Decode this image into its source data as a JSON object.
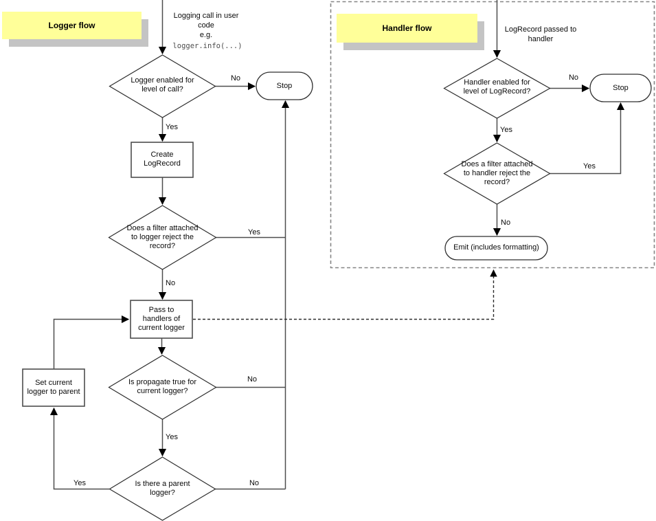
{
  "diagram": {
    "colors": {
      "note_bg": "#ffff99",
      "note_shadow": "#c4c4c4",
      "line": "#4d4d4d",
      "dashed_border": "#848484",
      "shape_fill": "#ffffff",
      "shape_border": "#2e2e2e",
      "text": "#0a0a0a",
      "code_text": "#4d4d4d"
    },
    "logger": {
      "title": "Logger flow",
      "entry": "Logging call in user\ncode\ne.g.",
      "entry_code": "logger.info(...)",
      "decision_level": "Logger enabled for\nlevel of call?",
      "stop": "Stop",
      "create_record": "Create\nLogRecord",
      "decision_filter": "Does a filter attached\nto logger reject the\nrecord?",
      "pass_handlers": "Pass to\nhandlers of\ncurrent logger",
      "decision_propagate": "Is propagate true for\ncurrent logger?",
      "decision_parent": "Is there a parent\nlogger?",
      "set_parent": "Set current\nlogger to parent",
      "labels": {
        "level_no": "No",
        "level_yes": "Yes",
        "filter_yes": "Yes",
        "filter_no": "No",
        "propagate_no": "No",
        "propagate_yes": "Yes",
        "parent_yes": "Yes",
        "parent_no": "No"
      }
    },
    "handler": {
      "title": "Handler flow",
      "entry": "LogRecord passed to\nhandler",
      "decision_level": "Handler enabled for\nlevel of LogRecord?",
      "stop": "Stop",
      "decision_filter": "Does a filter attached\nto handler reject the\nrecord?",
      "emit": "Emit (includes formatting)",
      "labels": {
        "level_no": "No",
        "level_yes": "Yes",
        "filter_yes": "Yes",
        "filter_no": "No"
      }
    }
  }
}
